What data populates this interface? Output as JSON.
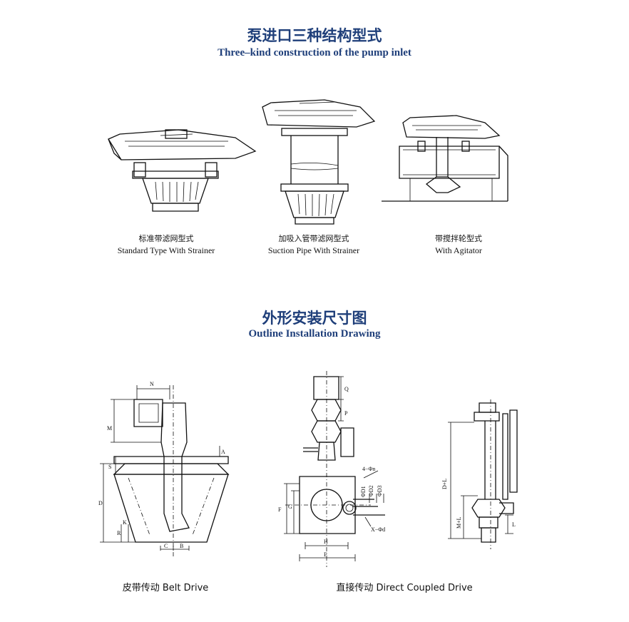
{
  "headings": {
    "inlet_cn": "泵进口三种结构型式",
    "inlet_en": "Three–kind construction of the pump inlet",
    "outline_cn": "外形安装尺寸图",
    "outline_en": "Outline Installation Drawing"
  },
  "inlet_types": [
    {
      "cn": "标准带滤网型式",
      "en": "Standard Type With Strainer"
    },
    {
      "cn": "加吸入管带滤网型式",
      "en": "Suction Pipe With Strainer"
    },
    {
      "cn": "带搅拌轮型式",
      "en": "With Agitator"
    }
  ],
  "drives": [
    {
      "label": "皮带传动 Belt Drive"
    },
    {
      "label": "直接传动 Direct Coupled Drive"
    }
  ],
  "dimension_labels": {
    "belt": {
      "n": "N",
      "m": "M",
      "a": "A",
      "s": "S",
      "d": "D",
      "k": "K",
      "r": "R",
      "c": "C",
      "b": "B"
    },
    "direct": {
      "q": "Q",
      "p": "P",
      "holes": "4−Φn",
      "d1": "ΦD1",
      "d2": "ΦD2",
      "d3": "ΦD3",
      "f": "F",
      "g": "G",
      "h": "H",
      "e": "E",
      "xd": "X−Φd"
    },
    "vertical": {
      "dl": "D+L",
      "ml": "M+L",
      "l": "L"
    }
  }
}
